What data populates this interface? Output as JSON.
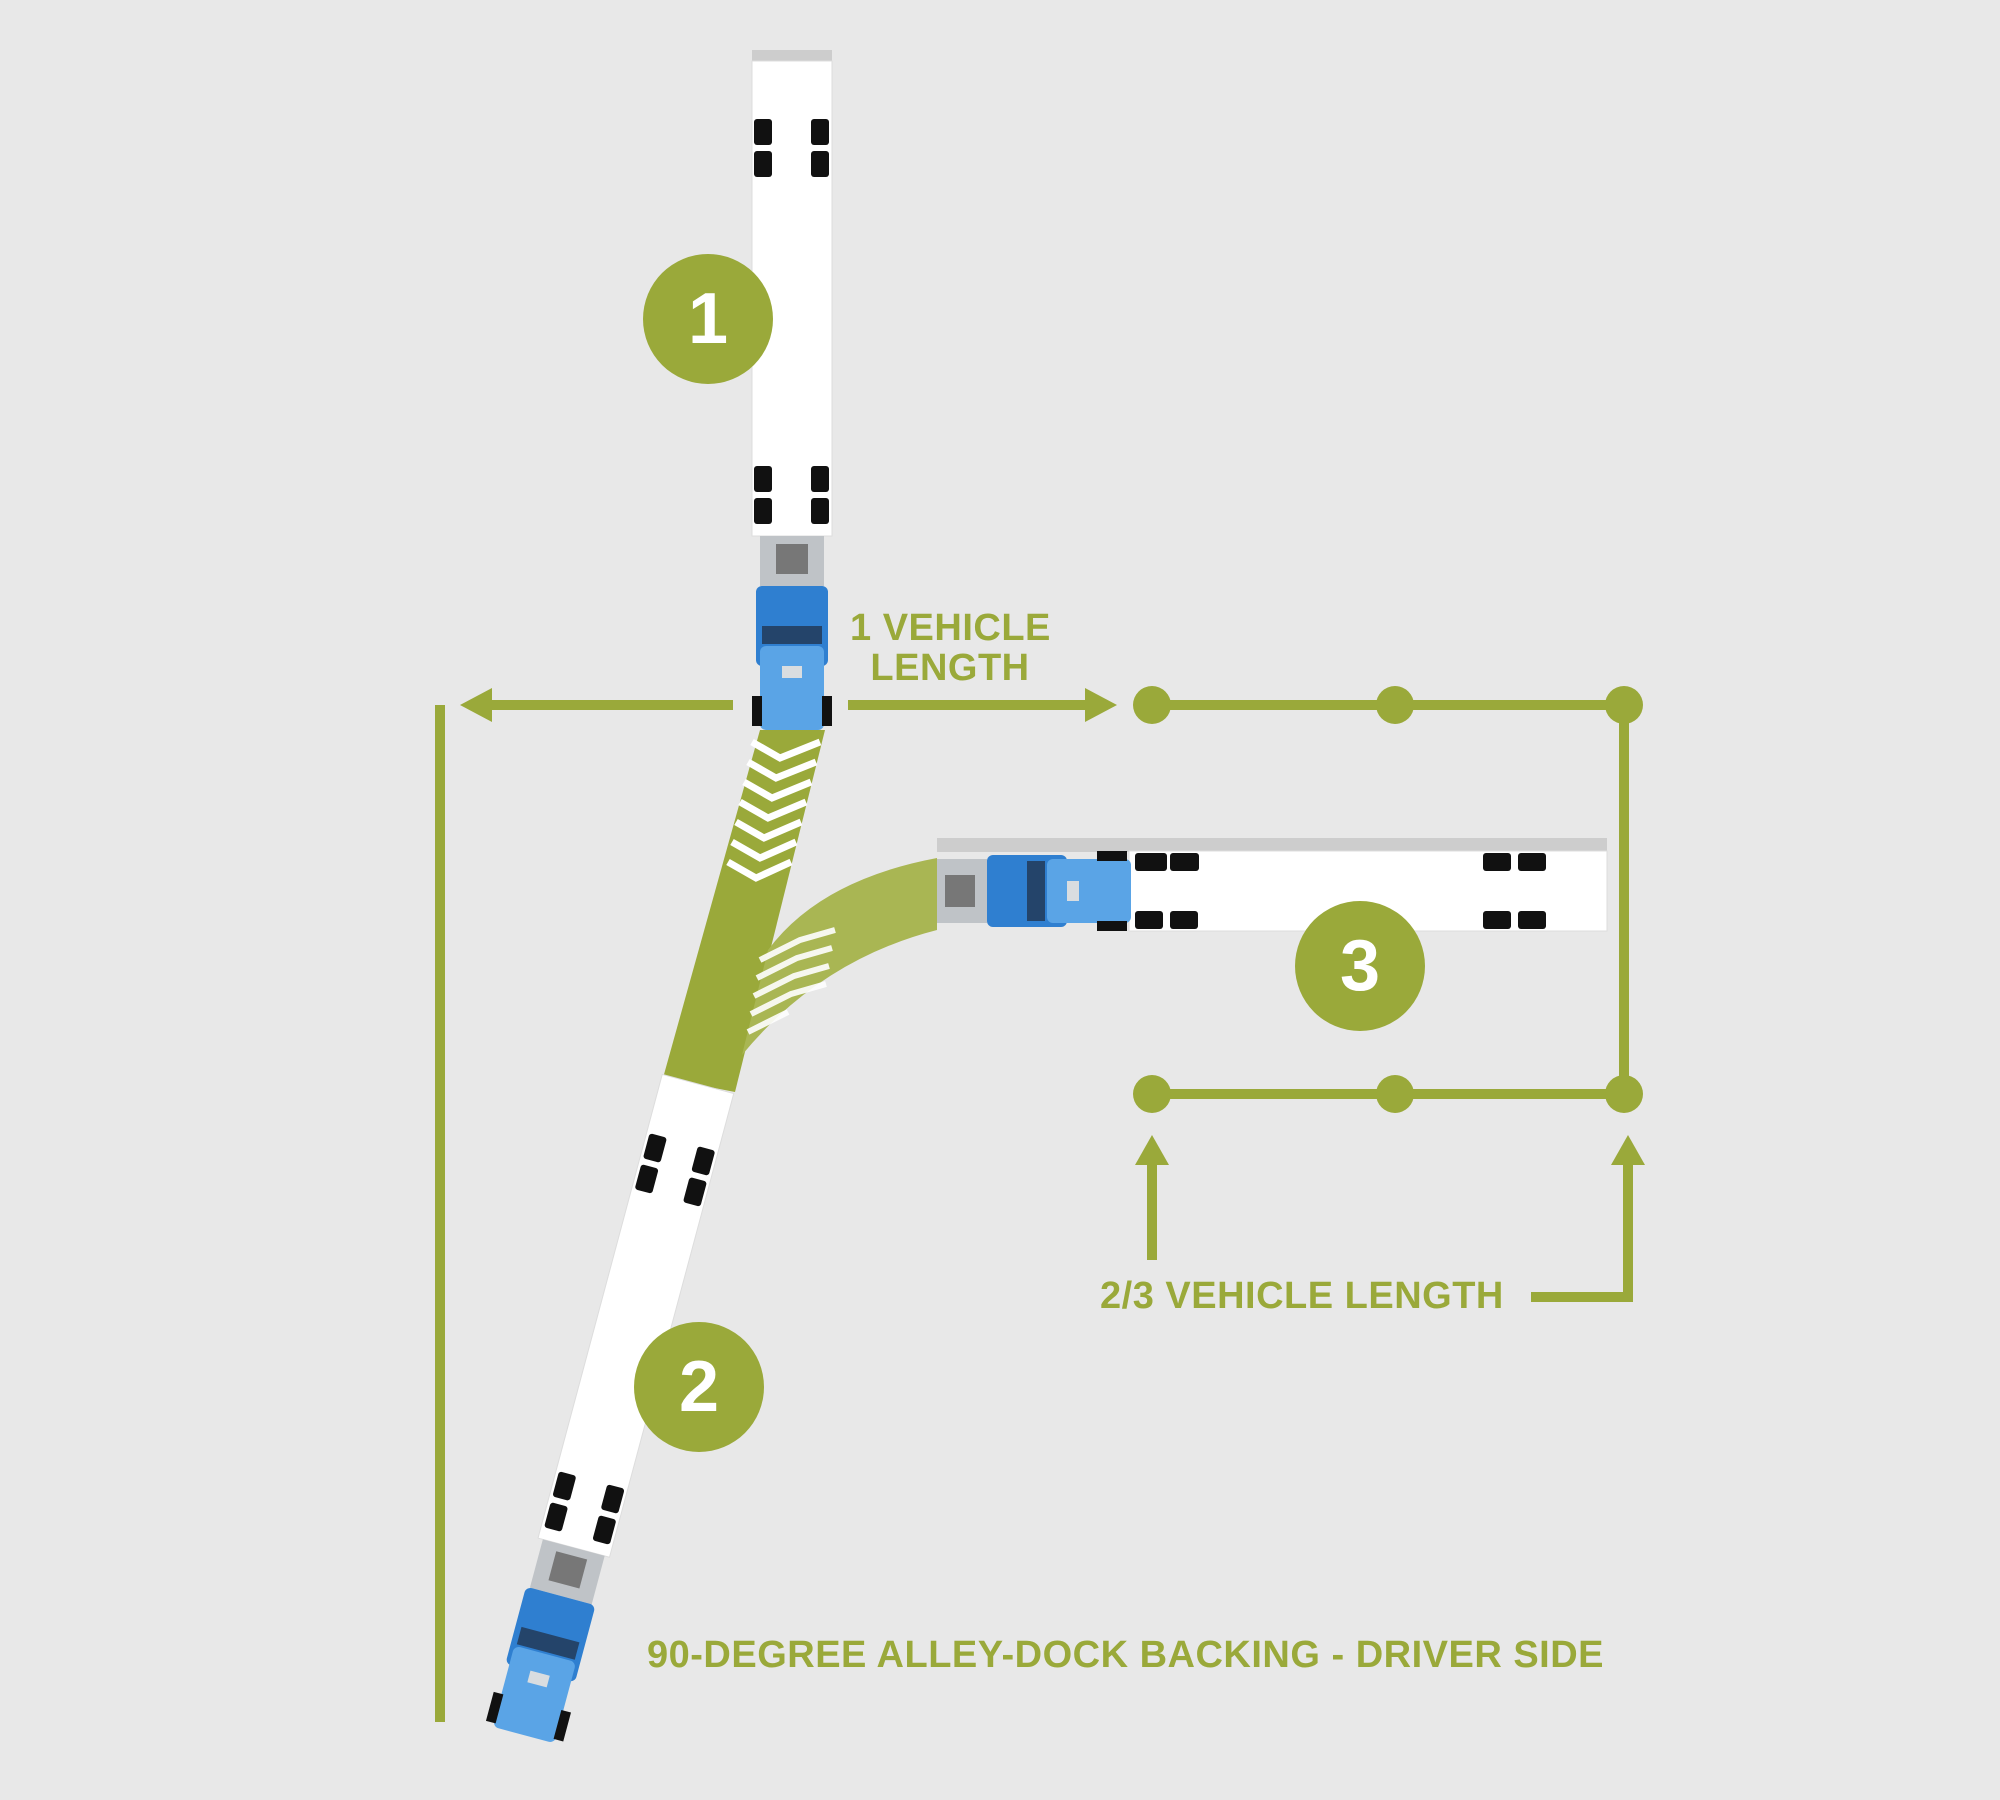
{
  "colors": {
    "accent": "#9aa93a",
    "background": "#e8e8e8",
    "cab": "#3f8fd8",
    "trailer": "#ffffff"
  },
  "labels": {
    "one_vehicle_line1": "1 VEHICLE",
    "one_vehicle_line2": "LENGTH",
    "two_thirds": "2/3 VEHICLE LENGTH",
    "title": "90-DEGREE ALLEY-DOCK BACKING - DRIVER SIDE"
  },
  "steps": [
    "1",
    "2",
    "3"
  ]
}
